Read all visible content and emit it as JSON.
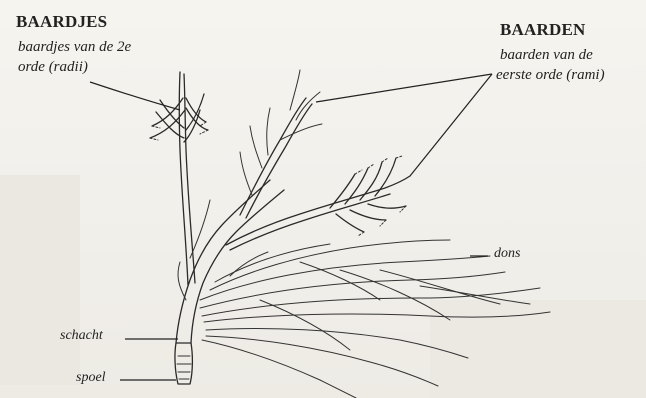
{
  "labels": {
    "baardjes_title": "BAARDJES",
    "baardjes_sub_1": "baardjes van de 2e",
    "baardjes_sub_2": "orde (radii)",
    "baarden_title": "BAARDEN",
    "baarden_sub_1": "baarden van de",
    "baarden_sub_2": "eerste orde (rami)",
    "dons": "dons",
    "schacht": "schacht",
    "spoel": "spoel"
  }
}
